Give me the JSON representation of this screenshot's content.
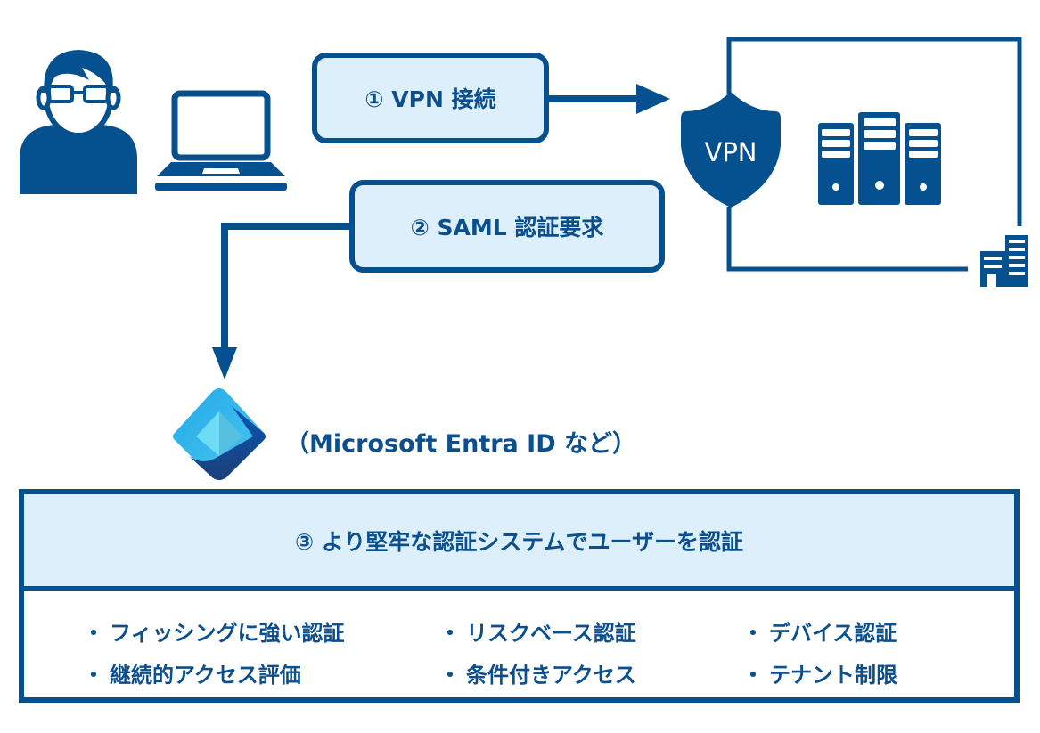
{
  "colors": {
    "primary": "#05508f",
    "box_fill": "#ddeffa",
    "text": "#0b4f8f"
  },
  "icons": {
    "user": "user-with-glasses-icon",
    "laptop": "laptop-icon",
    "vpn_shield": "vpn-shield-icon",
    "servers": "server-rack-icon",
    "building": "office-building-icon",
    "idp": "microsoft-entra-id-icon"
  },
  "steps": {
    "step1": "① VPN 接続",
    "step2": "② SAML 認証要求",
    "step3": "③ より堅牢な認証システムでユーザーを認証"
  },
  "vpn_shield_label": "VPN",
  "idp_label": "（Microsoft  Entra ID など）",
  "features": [
    [
      "フィッシングに強い認証",
      "継続的アクセス評価"
    ],
    [
      "リスクベース認証",
      "条件付きアクセス"
    ],
    [
      "デバイス認証",
      "テナント制限"
    ]
  ],
  "bullet": "・"
}
